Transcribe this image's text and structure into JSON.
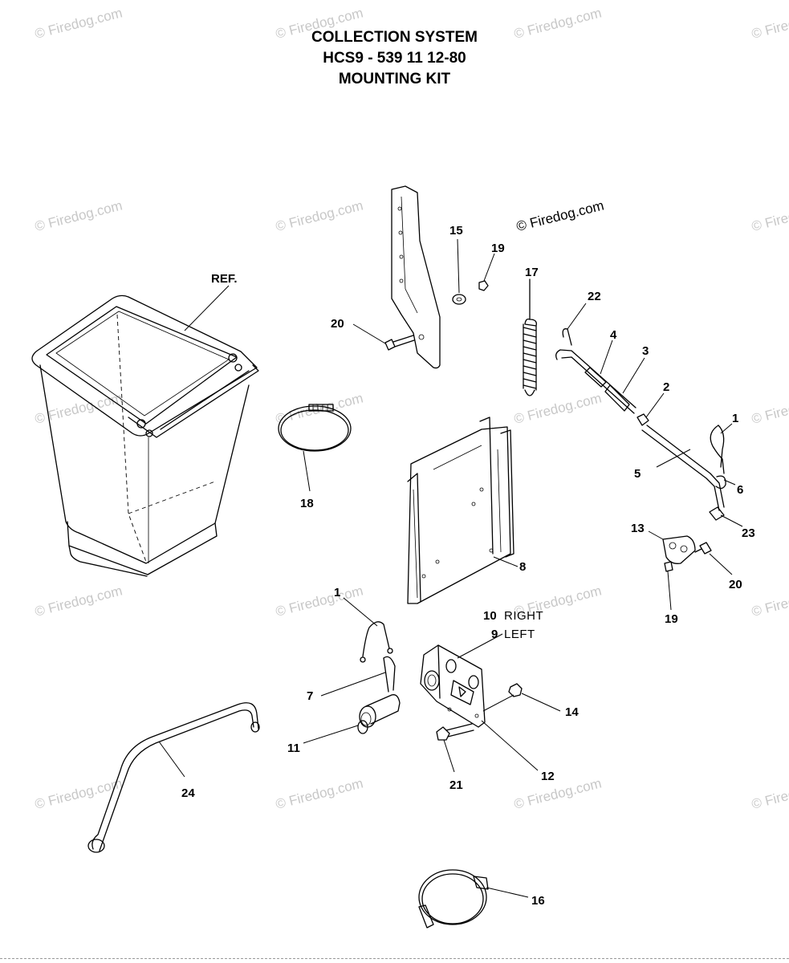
{
  "title": {
    "line1": "COLLECTION SYSTEM",
    "line2": "HCS9 - 539 11 12-80",
    "line3": "MOUNTING KIT"
  },
  "watermark": {
    "text": "© Firedog.com",
    "copyright_text": "© Firedog.com"
  },
  "reference_label": "REF.",
  "callouts": [
    {
      "id": "c15",
      "text": "15"
    },
    {
      "id": "c19a",
      "text": "19"
    },
    {
      "id": "c20a",
      "text": "20"
    },
    {
      "id": "c17",
      "text": "17"
    },
    {
      "id": "c22",
      "text": "22"
    },
    {
      "id": "c4",
      "text": "4"
    },
    {
      "id": "c3",
      "text": "3"
    },
    {
      "id": "c2",
      "text": "2"
    },
    {
      "id": "c1a",
      "text": "1"
    },
    {
      "id": "c5",
      "text": "5"
    },
    {
      "id": "c6",
      "text": "6"
    },
    {
      "id": "c23",
      "text": "23"
    },
    {
      "id": "c13",
      "text": "13"
    },
    {
      "id": "c20b",
      "text": "20"
    },
    {
      "id": "c19b",
      "text": "19"
    },
    {
      "id": "c18",
      "text": "18"
    },
    {
      "id": "c8",
      "text": "8"
    },
    {
      "id": "c1b",
      "text": "1"
    },
    {
      "id": "c10",
      "text": "10"
    },
    {
      "id": "c10t",
      "text": "RIGHT"
    },
    {
      "id": "c9",
      "text": "9"
    },
    {
      "id": "c9t",
      "text": "LEFT"
    },
    {
      "id": "c7",
      "text": "7"
    },
    {
      "id": "c14",
      "text": "14"
    },
    {
      "id": "c11",
      "text": "11"
    },
    {
      "id": "c12",
      "text": "12"
    },
    {
      "id": "c21",
      "text": "21"
    },
    {
      "id": "c24",
      "text": "24"
    },
    {
      "id": "c16",
      "text": "16"
    }
  ]
}
